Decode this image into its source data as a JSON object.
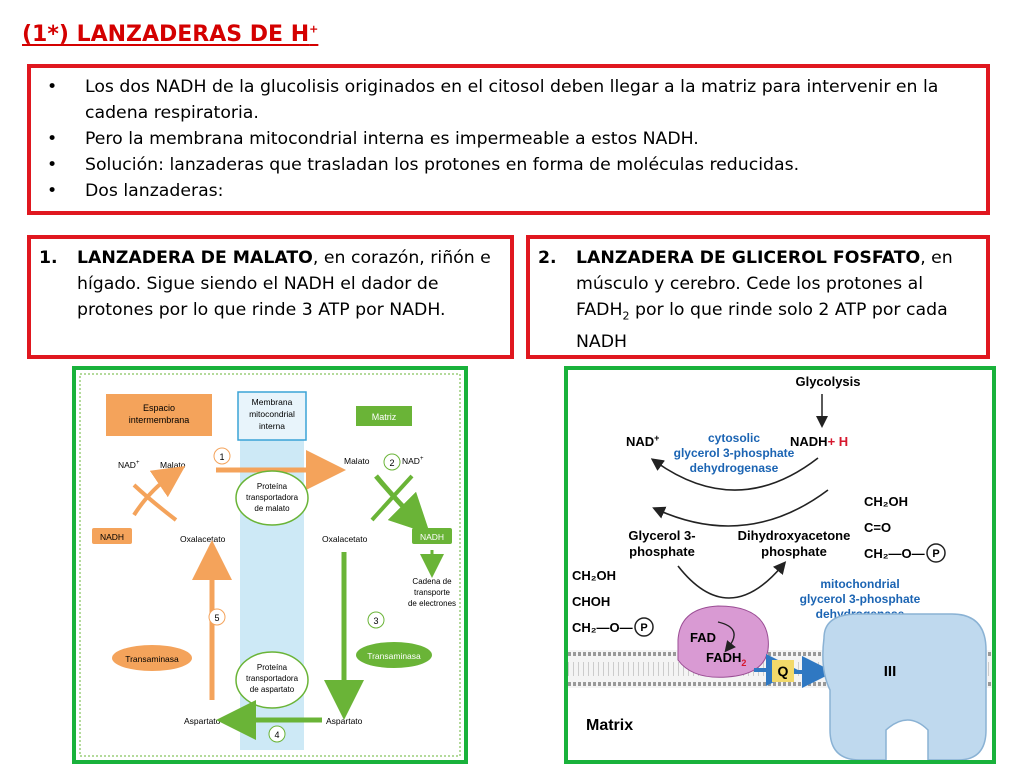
{
  "title": {
    "text": "(1*) LANZADERAS DE H",
    "sup": "+"
  },
  "intro": {
    "bullet_symbol": "•",
    "items": [
      "Los dos NADH de la glucolisis originados en el citosol deben llegar a la matriz para intervenir en la cadena respiratoria.",
      "Pero la membrana mitocondrial interna es impermeable a estos NADH.",
      "Solución: lanzaderas que trasladan los protones en forma de moléculas reducidas.",
      "Dos lanzaderas:"
    ]
  },
  "shuttle_malate": {
    "number": "1.",
    "name": "LANZADERA DE MALATO",
    "text": ", en corazón, riñón e hígado. Sigue siendo el NADH el dador de protones por lo que rinde 3 ATP por NADH."
  },
  "shuttle_glycerol": {
    "number": "2.",
    "name": "LANZADERA DE GLICEROL FOSFATO",
    "text_a": ", en músculo y cerebro. Cede los protones al FADH",
    "text_sub": "2",
    "text_b": " por lo que rinde solo 2 ATP por cada NADH"
  },
  "malate_diagram": {
    "header_left": [
      "Espacio",
      "intermembrana"
    ],
    "header_mid": [
      "Membrana",
      "mitocondrial",
      "interna"
    ],
    "header_right": "Matriz",
    "nad_left": "NAD",
    "nad_right": "NAD",
    "plus": "+",
    "malato_left": "Malato",
    "malato_right": "Malato",
    "nadh_left": "NADH",
    "nadh_right": "NADH",
    "oxal_left": "Oxalacetato",
    "oxal_right": "Oxalacetato",
    "transporter_malate": [
      "Proteína",
      "transportadora",
      "de malato"
    ],
    "transporter_aspartate": [
      "Proteína",
      "transportadora",
      "de aspartato"
    ],
    "chain": [
      "Cadena de",
      "transporte",
      "de electrones"
    ],
    "trans_left": "Transaminasa",
    "trans_right": "Transaminasa",
    "asp_left": "Aspartato",
    "asp_right": "Aspartato",
    "steps": [
      "1",
      "2",
      "3",
      "4",
      "5"
    ],
    "colors": {
      "orange": "#f4a35b",
      "green": "#6ab437",
      "membrane": "#cde9f6"
    }
  },
  "glycerol_diagram": {
    "glycolysis": "Glycolysis",
    "nad": "NAD",
    "plus": "+",
    "nadh": "NADH",
    "h_plus": "+ H",
    "cyto_enzyme": [
      "cytosolic",
      "glycerol 3-phosphate",
      "dehydrogenase"
    ],
    "g3p": [
      "Glycerol 3-",
      "phosphate"
    ],
    "dhap": [
      "Dihydroxyacetone",
      "phosphate"
    ],
    "mito_enzyme": [
      "mitochondrial",
      "glycerol 3-phosphate",
      "dehydrogenase"
    ],
    "fad": "FAD",
    "fadh": "FADH",
    "fadh_sub": "2",
    "q": "Q",
    "complex": "III",
    "matrix": "Matrix",
    "g3p_struct": [
      "CH₂OH",
      "CHOH",
      "CH₂—O—"
    ],
    "dhap_struct": [
      "CH₂OH",
      "C=O",
      "CH₂—O—"
    ],
    "p": "P",
    "colors": {
      "enzyme": "#1b64b3",
      "hplus": "#d6172d",
      "complex": "#bfd9ee",
      "fad": "#d99ad3"
    }
  }
}
